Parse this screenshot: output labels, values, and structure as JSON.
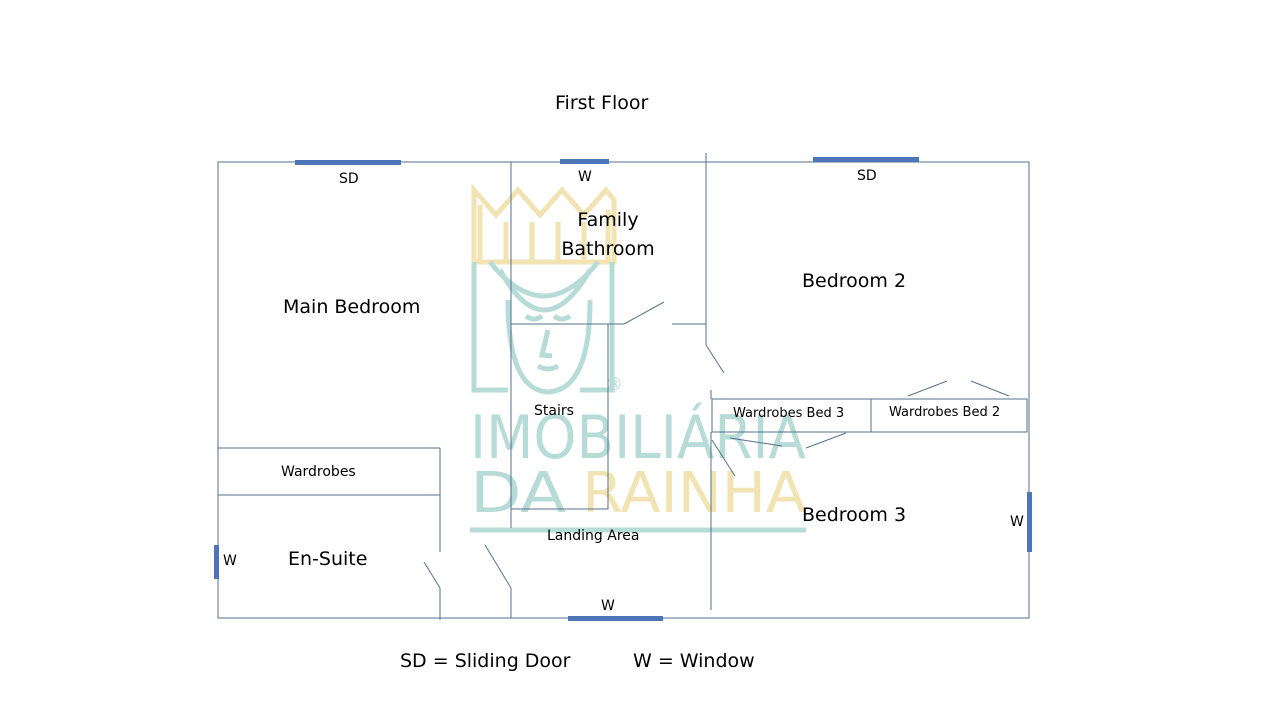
{
  "title": "First Floor",
  "watermark": {
    "line1": "IMOBILIÁRIA",
    "line2a": "DA",
    "line2b": "RAINHA",
    "mark": "®",
    "teal": "#b7dcd8",
    "gold": "#f2e3b3"
  },
  "colors": {
    "wall": "#56708c",
    "opening": "#4e75b8"
  },
  "rooms": {
    "main_bedroom": "Main Bedroom",
    "family_bathroom_1": "Family",
    "family_bathroom_2": "Bathroom",
    "bedroom2": "Bedroom 2",
    "bedroom3": "Bedroom 3",
    "en_suite": "En-Suite",
    "stairs": "Stairs",
    "landing": "Landing Area",
    "wardrobes": "Wardrobes",
    "wardrobes_bed3": "Wardrobes Bed 3",
    "wardrobes_bed2": "Wardrobes Bed 2"
  },
  "markers": {
    "sd_top_left": "SD",
    "w_top": "W",
    "sd_top_right": "SD",
    "w_left": "W",
    "w_right": "W",
    "w_bottom": "W"
  },
  "legend": {
    "sd": "SD = Sliding Door",
    "w": "W =  Window"
  }
}
